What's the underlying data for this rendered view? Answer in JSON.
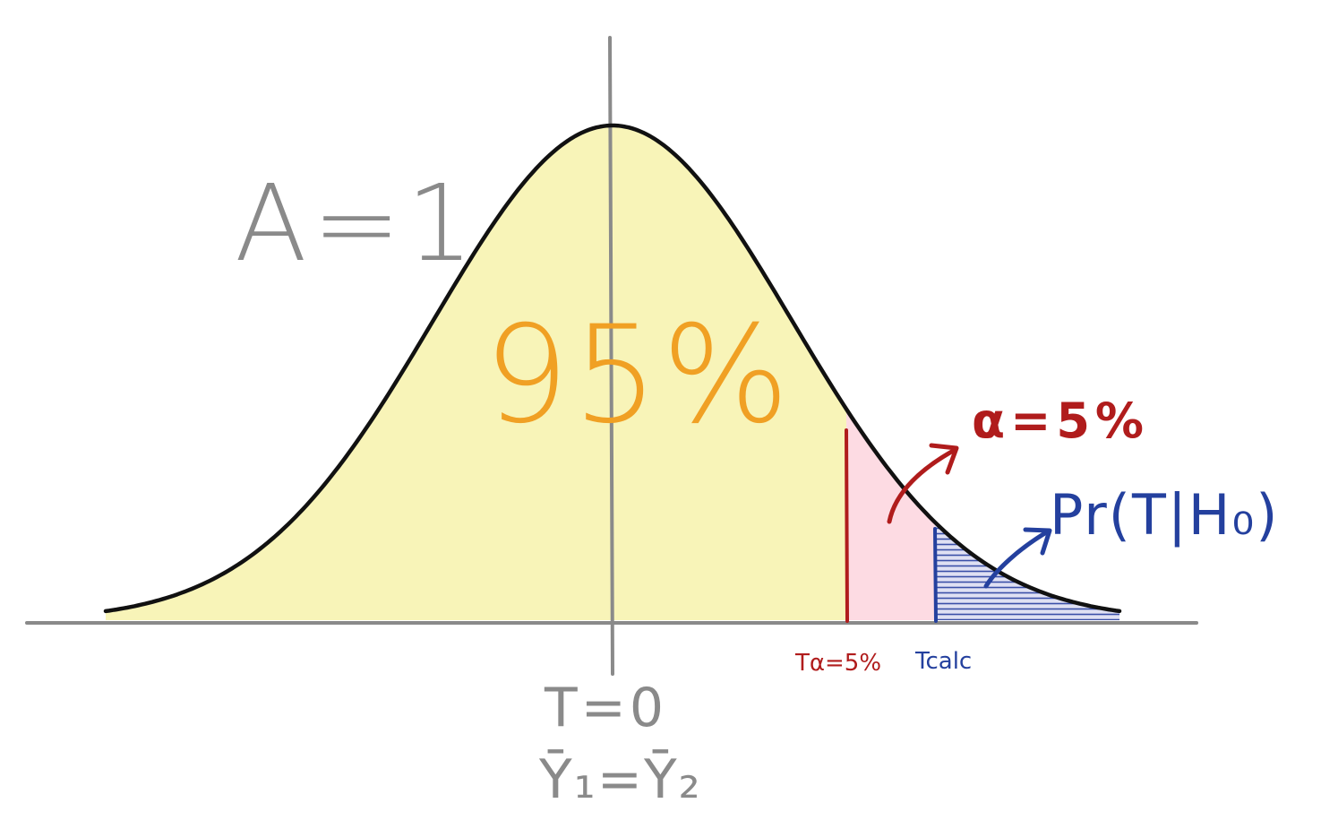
{
  "labels": {
    "area_total": "A=1",
    "area_main": "95%",
    "alpha": "α=5%",
    "p_value": "Pr(T|H₀)",
    "t_alpha": "Tα=5%",
    "t_calc": "Tcalc",
    "t_zero": "T=0",
    "means_equal": "Ȳ₁=Ȳ₂"
  },
  "colors": {
    "curve": "#111111",
    "main_fill": "#f8f4b8",
    "alpha_fill": "#fddbe3",
    "pvalue_fill": "#c9cbe8",
    "pvalue_hatch": "#3a4fa8",
    "alpha_line": "#b01c1c",
    "tcalc_line": "#24409e",
    "axis": "#8a8a8a",
    "area_main_text": "#f0a024",
    "alpha_text": "#b01c1c",
    "pvalue_text": "#24409e",
    "gray_text": "#8a8a8a"
  },
  "icons": {
    "alpha_arrow": "curved-arrow-icon",
    "pvalue_arrow": "curved-arrow-icon"
  }
}
